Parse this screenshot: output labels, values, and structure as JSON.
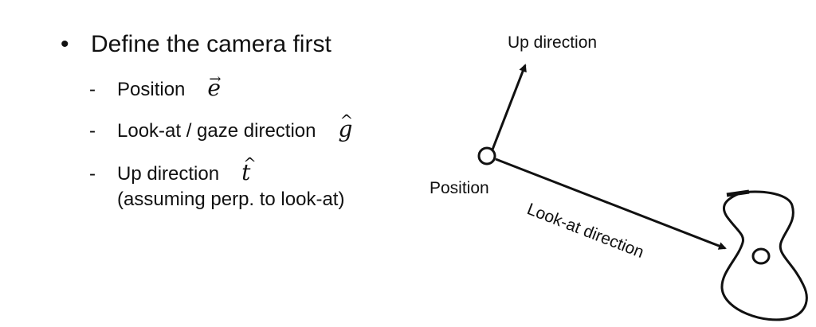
{
  "slide": {
    "bullet": {
      "marker": "•",
      "text": "Define the camera first"
    },
    "sub_items": [
      {
        "dash": "-",
        "label": "Position",
        "math_symbol": "e",
        "math_decoration": "→"
      },
      {
        "dash": "-",
        "label": "Look-at / gaze direction",
        "math_symbol": "g",
        "math_decoration": "^"
      },
      {
        "dash": "-",
        "label": "Up direction",
        "math_symbol": "t",
        "math_decoration": "^"
      }
    ],
    "sub_note": "(assuming perp. to look-at)"
  },
  "diagram": {
    "up_label": "Up direction",
    "position_label": "Position",
    "lookat_label": "Look-at direction"
  }
}
